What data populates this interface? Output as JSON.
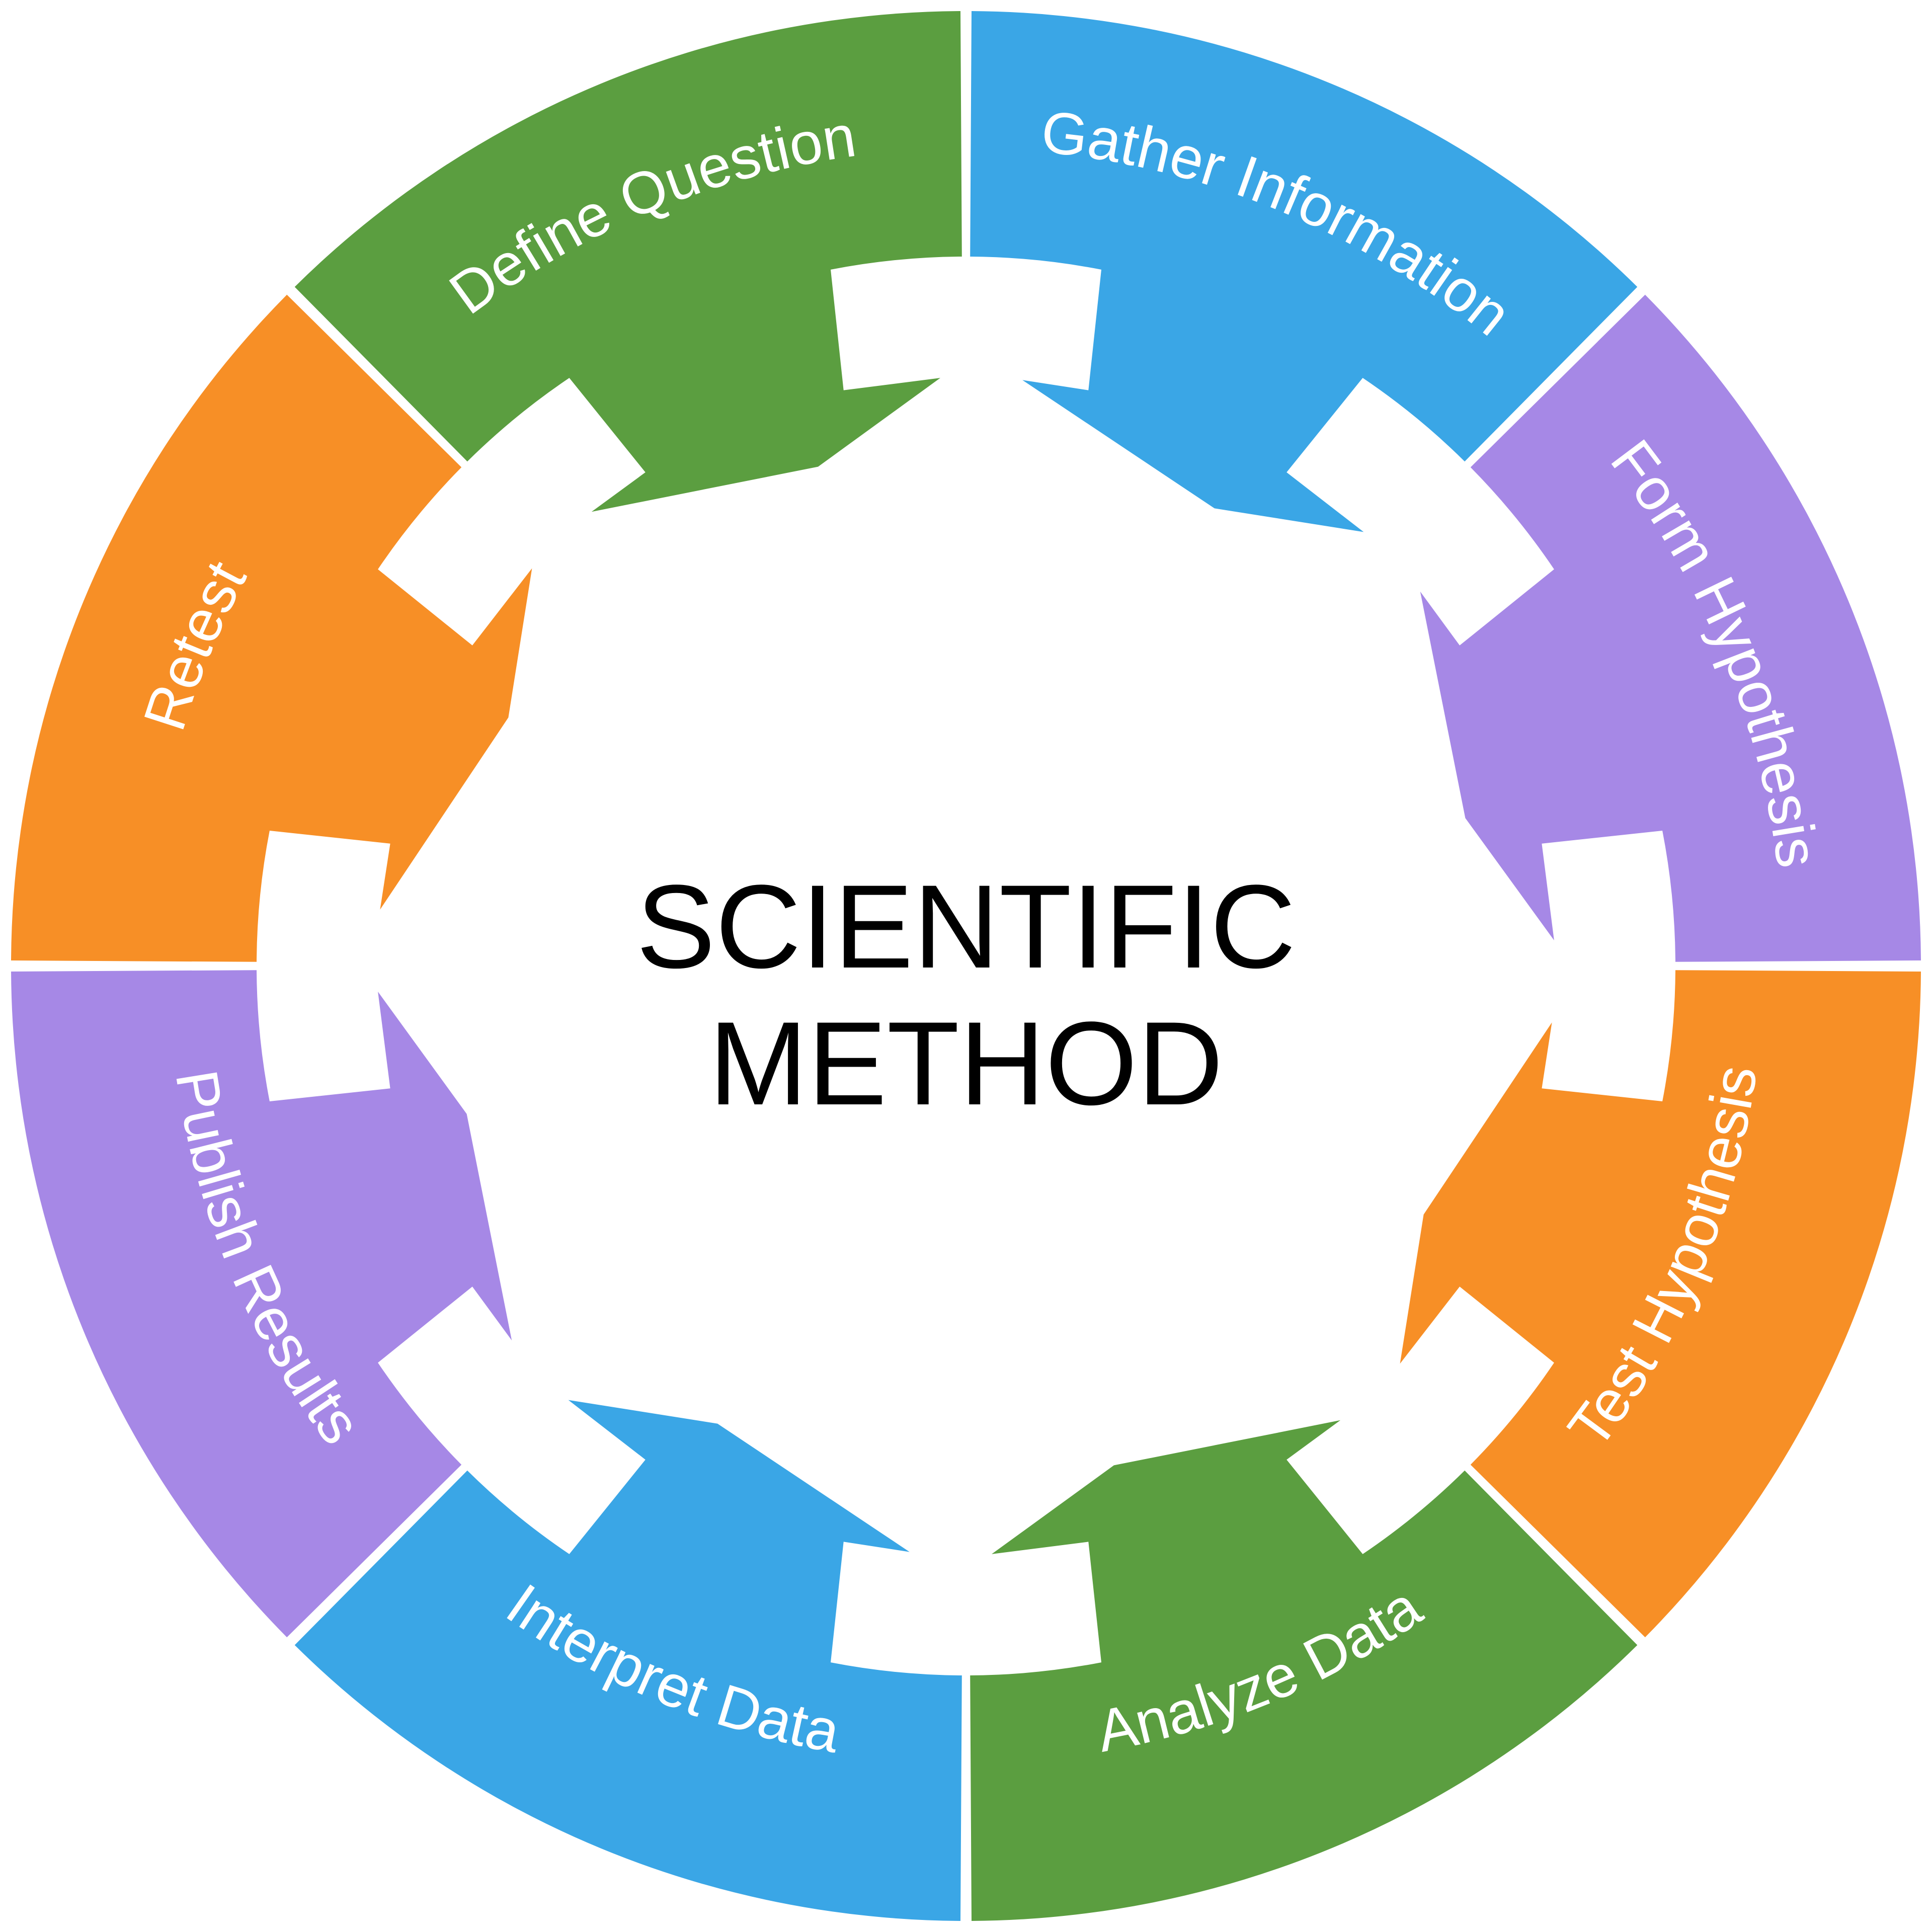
{
  "diagram": {
    "center_title": [
      "SCIENTIFIC",
      "METHOD"
    ],
    "segments": [
      {
        "label": "Gather Information",
        "color": "#3aa6e6"
      },
      {
        "label": "Form Hypothesis",
        "color": "#a688e6"
      },
      {
        "label": "Test Hypothesis",
        "color": "#f78f26"
      },
      {
        "label": "Analyze Data",
        "color": "#5b9e40"
      },
      {
        "label": "Interpret Data",
        "color": "#3aa6e6"
      },
      {
        "label": "Publish Results",
        "color": "#a688e6"
      },
      {
        "label": "Retest",
        "color": "#f78f26"
      },
      {
        "label": "Define Question",
        "color": "#5b9e40"
      }
    ]
  }
}
